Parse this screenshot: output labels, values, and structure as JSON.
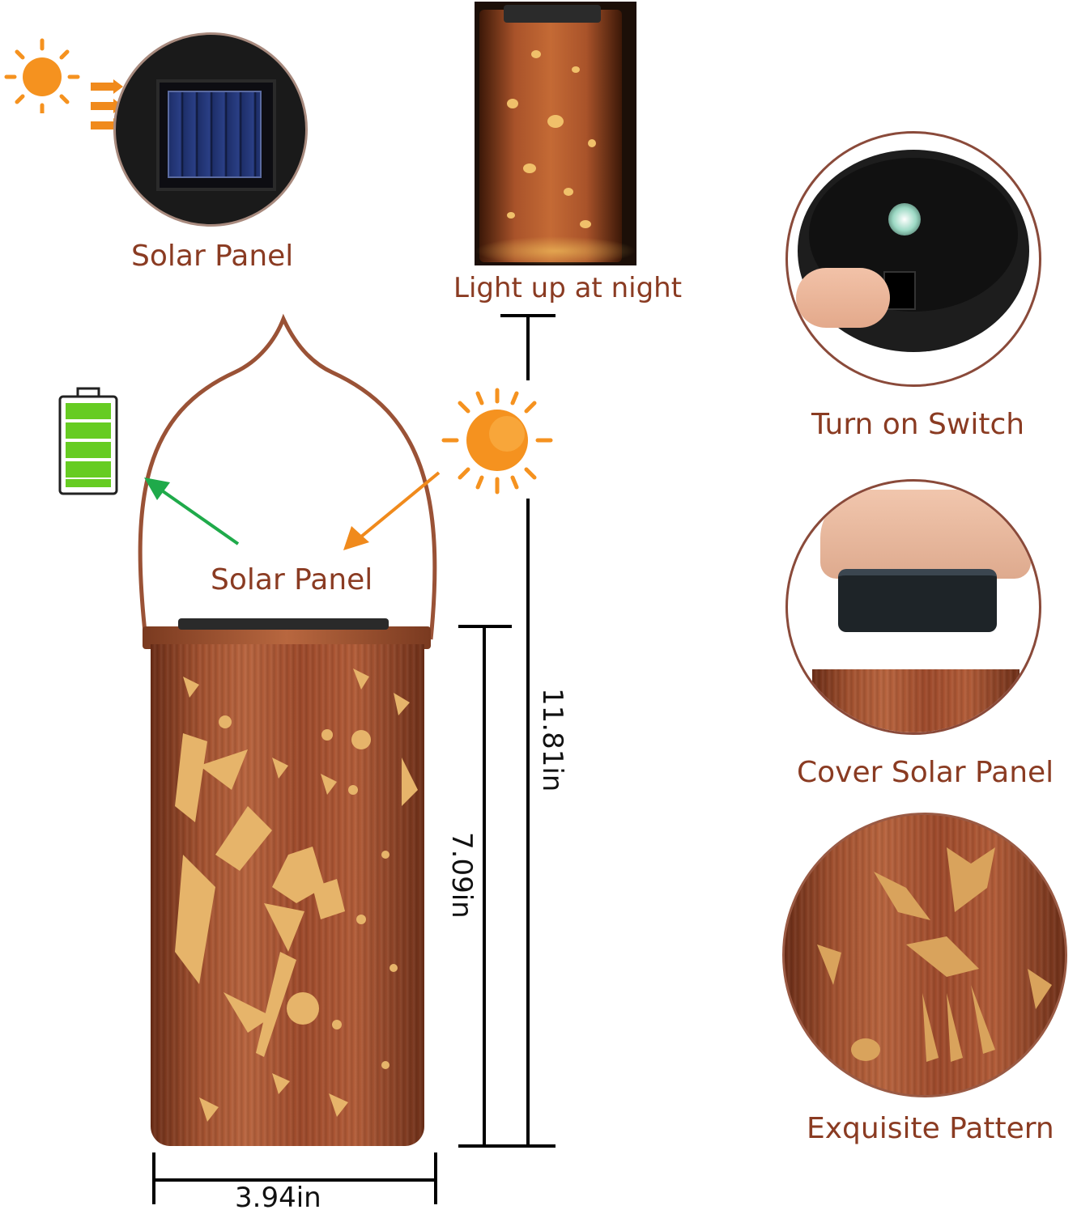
{
  "labels": {
    "solar_panel_top": "Solar Panel",
    "light_up": "Light up at night",
    "turn_on": "Turn on Switch",
    "solar_panel_mid": "Solar Panel",
    "cover_panel": "Cover Solar Panel",
    "exquisite": "Exquisite Pattern"
  },
  "dimensions": {
    "total_height": "11.81in",
    "body_height": "7.09in",
    "width": "3.94in"
  },
  "colors": {
    "caption": "#8a3b22",
    "sun": "#f5921f",
    "arrow_green": "#1faa4a",
    "arrow_orange": "#f08a1c",
    "battery_green": "#66cc22",
    "copper": "#a2512f"
  },
  "icons": {
    "sun": "sun-icon",
    "battery": "battery-full-icon",
    "solar_panel": "solar-panel-icon",
    "switch": "power-switch-icon"
  }
}
